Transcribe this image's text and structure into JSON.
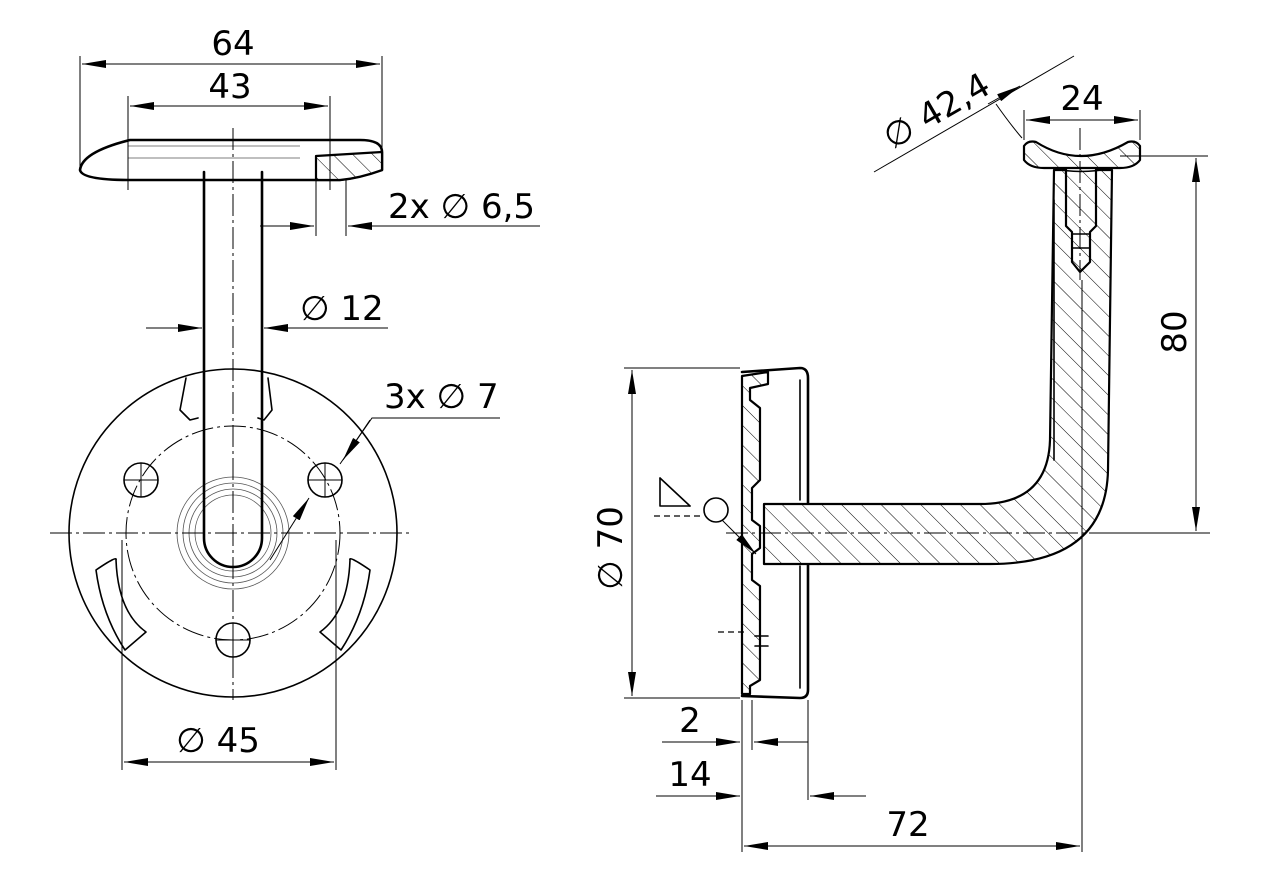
{
  "dimensions": {
    "front_width_total": "64",
    "front_width_inner": "43",
    "counterbore_holes": "2x ∅ 6,5",
    "rod_diameter": "∅ 12",
    "base_holes": "3x ∅ 7",
    "bolt_circle": "∅ 45",
    "rail_diameter": "∅ 42,4",
    "saddle_width": "24",
    "height": "80",
    "base_diameter": "∅ 70",
    "plate_thickness": "2",
    "base_depth": "14",
    "projection": "72"
  }
}
